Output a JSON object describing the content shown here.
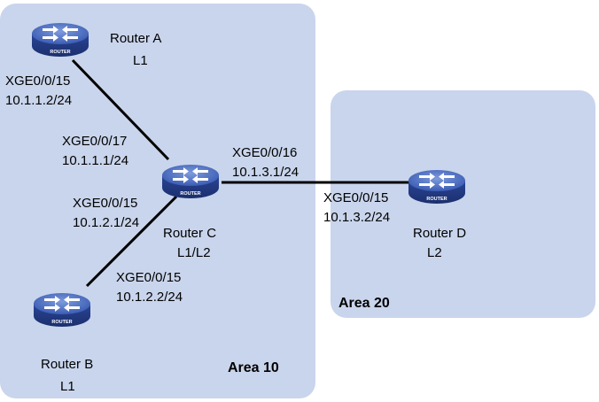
{
  "areas": [
    {
      "id": "area10",
      "label": "Area 10"
    },
    {
      "id": "area20",
      "label": "Area 20"
    }
  ],
  "routers": [
    {
      "id": "a",
      "name": "Router A",
      "level": "L1",
      "badge": "ROUTER"
    },
    {
      "id": "b",
      "name": "Router B",
      "level": "L1",
      "badge": "ROUTER"
    },
    {
      "id": "c",
      "name": "Router C",
      "level": "L1/L2",
      "badge": "ROUTER"
    },
    {
      "id": "d",
      "name": "Router D",
      "level": "L2",
      "badge": "ROUTER"
    }
  ],
  "interfaces": {
    "a_c_a": {
      "port": "XGE0/0/15",
      "ip": "10.1.1.2/24"
    },
    "a_c_c": {
      "port": "XGE0/0/17",
      "ip": "10.1.1.1/24"
    },
    "c_b_c": {
      "port": "XGE0/0/15",
      "ip": "10.1.2.1/24"
    },
    "c_b_b": {
      "port": "XGE0/0/15",
      "ip": "10.1.2.2/24"
    },
    "c_d_c": {
      "port": "XGE0/0/16",
      "ip": "10.1.3.1/24"
    },
    "c_d_d": {
      "port": "XGE0/0/15",
      "ip": "10.1.3.2/24"
    }
  },
  "colors": {
    "area_fill": "#c9d5ec",
    "router_body": "#2f4fa8",
    "router_top": "#5b7ccc",
    "link": "#000000"
  }
}
